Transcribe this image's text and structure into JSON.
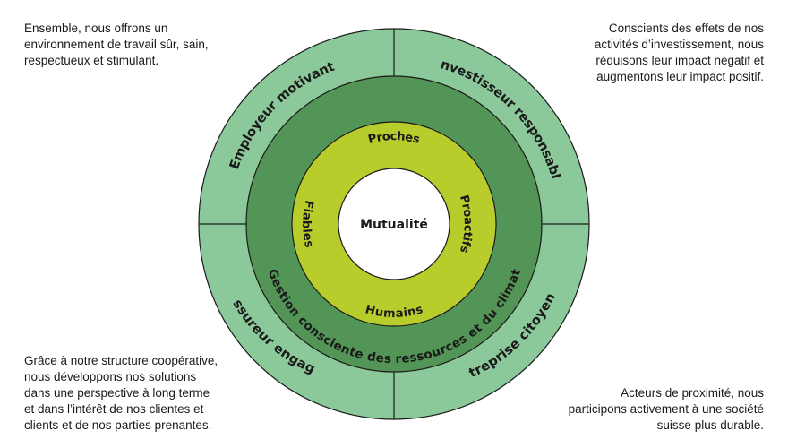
{
  "colors": {
    "outer_ring": "#8cc99a",
    "middle_ring": "#529556",
    "inner_ring": "#b8cc2c",
    "center": "#ffffff",
    "stroke": "#1a1a1a"
  },
  "center_label": "Mutualité",
  "outer_ring": {
    "top_left": "Employeur motivant",
    "top_right": "Investisseur responsable",
    "bottom_left": "Assureur engagé",
    "bottom_right": "Entreprise citoyenne"
  },
  "middle_ring": {
    "label": "Gestion consciente des ressources et du climat"
  },
  "inner_ring": {
    "top": "Proches",
    "right": "Proactifs",
    "bottom": "Humains",
    "left": "Fiables"
  },
  "descriptions": {
    "top_left": [
      "Ensemble, nous offrons un",
      "environnement de travail sûr, sain,",
      "respectueux et stimulant."
    ],
    "top_right": [
      "Conscients des effets de nos",
      "activités d’investissement, nous",
      "réduisons leur impact négatif et",
      "augmentons leur impact positif."
    ],
    "bottom_left": [
      "Grâce à notre structure coopérative,",
      "nous développons nos solutions",
      "dans une perspective à long terme",
      "et dans l’intérêt de nos clientes et",
      "clients et de nos parties prenantes."
    ],
    "bottom_right": [
      "Acteurs de proximité, nous",
      "participons activement à une société",
      "suisse plus durable."
    ]
  }
}
